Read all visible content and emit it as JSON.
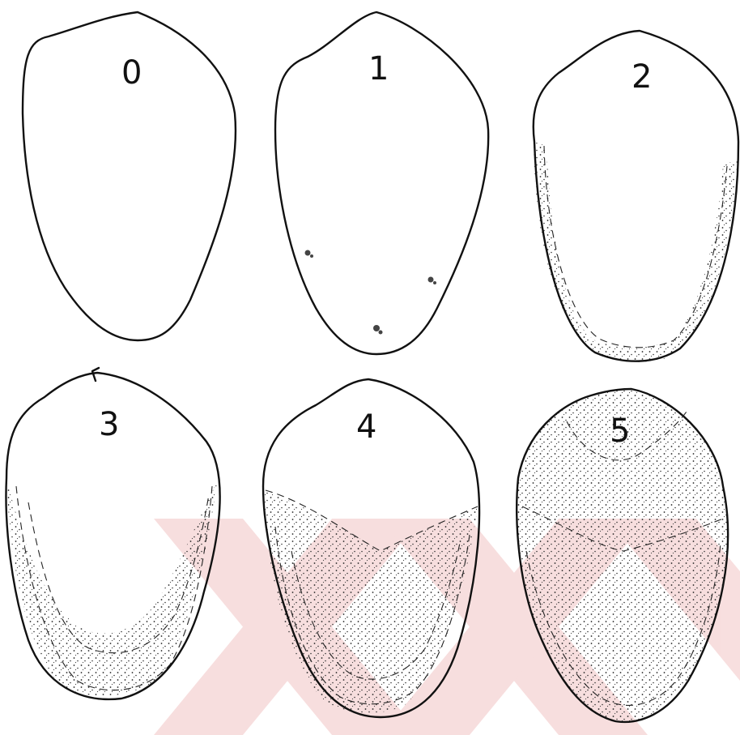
{
  "figure": {
    "watermark_color": "#f6dcdc",
    "specimens": [
      {
        "label": "0",
        "stage": 0
      },
      {
        "label": "1",
        "stage": 1
      },
      {
        "label": "2",
        "stage": 2
      },
      {
        "label": "3",
        "stage": 3
      },
      {
        "label": "4",
        "stage": 4
      },
      {
        "label": "5",
        "stage": 5
      }
    ]
  }
}
